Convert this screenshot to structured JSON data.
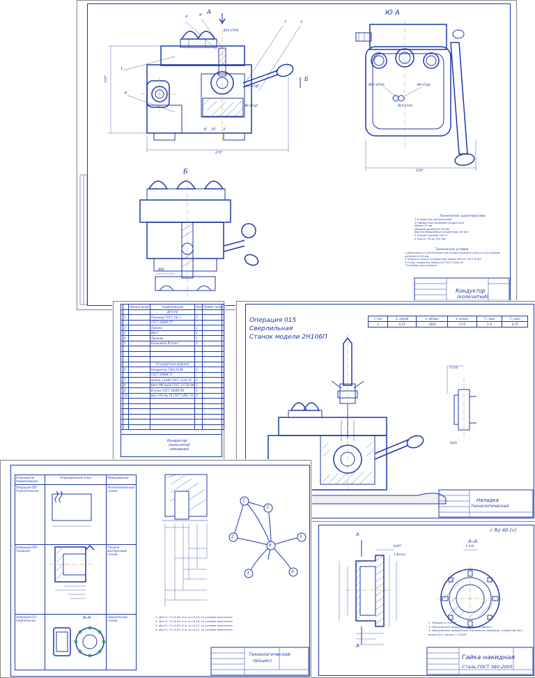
{
  "sheet_jig": {
    "view_a": "А",
    "view_a_title": "Ю А",
    "view_b": "Б",
    "view_b_section": "Б",
    "part_nums": [
      "4",
      "9",
      "7",
      "2",
      "1",
      "6",
      "8",
      "10",
      "3"
    ],
    "fits": [
      "Ø10 H7/h6",
      "Ø4 H7/g6",
      "Ø6 H7/g6",
      "Ø6 H7/g6",
      "Ø6.5 H7/k6",
      "Ø10 H7/k6"
    ],
    "dims": [
      "270*",
      "250*",
      "100*",
      "Ø40"
    ],
    "tech_char_title": "Технические характеристики",
    "tech_char": [
      "1 Кондуктор однокантный",
      "2 Габаритные размеры кондуктора",
      "Длина                                  27 мм",
      "Ширина диаметра                   44 мм",
      "Высота Вешалевых кондуктора   35 мм",
      "3 Усилие зажима                      162 Н",
      "4 Ход                                      от 76 до 105 мм"
    ],
    "tech_req_title": "Технические условия",
    "tech_req": [
      "1 Допускается отклонение оси кондукторной втулки от оси призмы",
      "не более 0,05 мм",
      "2 Покрыть корпус кондуктора эмаль МЛ-12 ГОСТ 9754",
      "3 Сталь покрытия Ливна-24 ГОСТ 2190-87",
      "* Размеры для справок"
    ],
    "title": "Кондуктор",
    "subtitle": "(кольчатый)"
  },
  "sheet_spec": {
    "headers": [
      "Обозначение",
      "Наименование",
      "Кол",
      "Приме-чание"
    ],
    "section_details": "Детали",
    "section_std": "Стандартные изделия",
    "details": [
      {
        "pos": "1",
        "name": "Плунжер ГОСТ 16с.1",
        "qty": "1"
      },
      {
        "pos": "",
        "name": "ГОСТ 16890-77",
        "qty": ""
      },
      {
        "pos": "2",
        "name": "Призма",
        "qty": "1"
      },
      {
        "pos": "3",
        "name": "Винт",
        "qty": "1"
      },
      {
        "pos": "4",
        "name": "Прижим",
        "qty": "1"
      },
      {
        "pos": "5",
        "name": "Кольцевая Втулка",
        "qty": "1"
      }
    ],
    "std": [
      {
        "pos": "6",
        "name": "Кондуктор 7303-0144",
        "qty": "1"
      },
      {
        "pos": "",
        "name": "ГОСТ 16888-71",
        "qty": ""
      },
      {
        "pos": "7",
        "name": "Шпиль 12х40 ГОСТ 3129-70",
        "qty": "1"
      },
      {
        "pos": "8",
        "name": "Винт М6-6g30 ГОСТ 11738-84",
        "qty": "1"
      },
      {
        "pos": "9",
        "name": "Втулка ГОСТ 18080-90",
        "qty": "1"
      },
      {
        "pos": "10",
        "name": "Винт М3-6g 18 ГОСТ 1491-72",
        "qty": "1"
      }
    ],
    "title": "Кондуктор",
    "subtitle": "(кольчатый",
    "subtitle2": "накидная)"
  },
  "sheet_setup": {
    "op1": "Операция 015",
    "op2": "Сверлильная",
    "op3": "Станок модели 2Н106П",
    "mode_headers": [
      "t, мм",
      "S, мм/об",
      "v, об/мин",
      "V, м/мин",
      "Tₒ, мин",
      "Tₛ, мин"
    ],
    "mode_values": [
      "2",
      "0,12",
      "1400",
      "17,6",
      "1,4",
      "0,75"
    ],
    "sketch_dim": "6 отб.",
    "sketch_dim2": "4xΩ1",
    "title": "Наладка",
    "subtitle": "технологическая"
  },
  "sheet_process": {
    "col1": "Операция № Наименование",
    "col2": "Операционный эскиз",
    "col3": "Оборудование",
    "ops": [
      {
        "name": "Операция 005 Отрезательная",
        "equip": "Ленточнопильный станок"
      },
      {
        "name": "Операция 010 Токарная",
        "equip": "Токарно-винторезный станок"
      },
      {
        "name": "Операция 015 Сверлильная",
        "equip": "Сверлильный станок"
      }
    ],
    "section_aa": "А–А",
    "graph_nodes": [
      "1",
      "2",
      "3",
      "4",
      "5",
      "6",
      "7"
    ],
    "notes": [
      "1. Для T₁:  T₁=0,36; m.к. p₀=0,16, то условие выполнено",
      "2. Для T₂:  T₂=0,43; m.к. p₀=0,16, то условие выполнено",
      "3. Для T₃:  T₃=0,26; m.к. p₀=0,21, то условие выполнено",
      "4. Для T₄:  T₄=0,52; m.к. p₀=0,21, то условие выполнено"
    ],
    "title": "Технологический",
    "subtitle": "процесс"
  },
  "sheet_nut": {
    "roughness": "√ Rz 40 (√)",
    "section_aa": "А–А",
    "view_a": "А",
    "chamfer": "4х45°",
    "holes": "3 фаски",
    "dim_6": "6 отб.",
    "notes": [
      "1. Твёрдость 130НВ",
      "2. Неуказанные радиусы скругления равны 2",
      "3. Неуказанные предельные отклонения размеров: отверстий Н14,",
      "валов h14, прочих ± IT14/2"
    ],
    "title": "Гайка накидная",
    "material": "Сталь ГОСТ 380-2005"
  }
}
